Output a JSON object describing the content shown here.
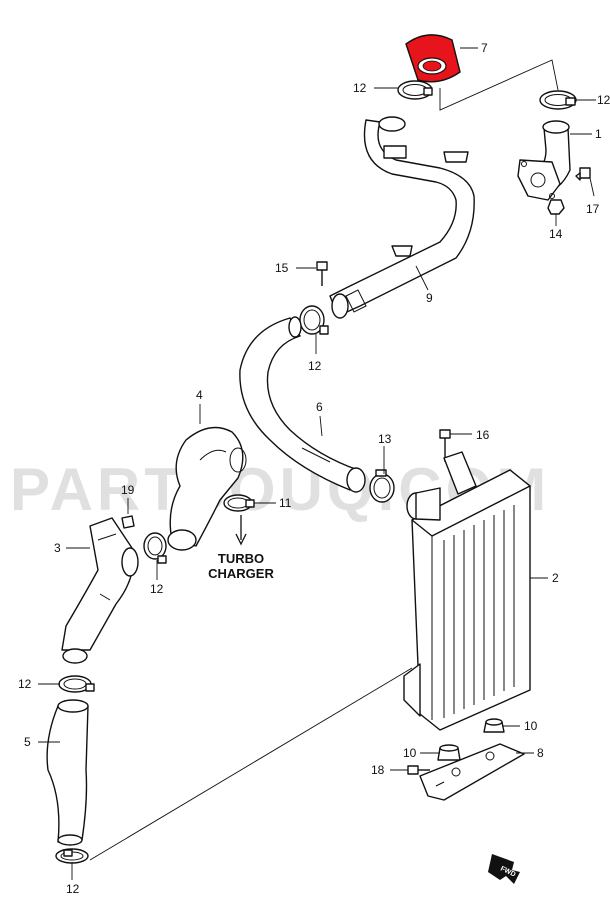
{
  "watermark": "PARTSOUQ.COM",
  "highlight_color": "#e8141b",
  "turbo_label": {
    "line1": "TURBO",
    "line2": "CHARGER"
  },
  "fwd_label": "FWD",
  "callouts": {
    "c7": "7",
    "c12_top_left": "12",
    "c12_top_right": "12",
    "c1": "1",
    "c17": "17",
    "c14": "14",
    "c15": "15",
    "c9": "9",
    "c12_mid": "12",
    "c4": "4",
    "c6": "6",
    "c13": "13",
    "c16": "16",
    "c19": "19",
    "c11": "11",
    "c3": "3",
    "c12_left": "12",
    "c2": "2",
    "c12_lower": "12",
    "c5": "5",
    "c10_right": "10",
    "c10_left": "10",
    "c8": "8",
    "c18": "18",
    "c12_bottom": "12"
  }
}
